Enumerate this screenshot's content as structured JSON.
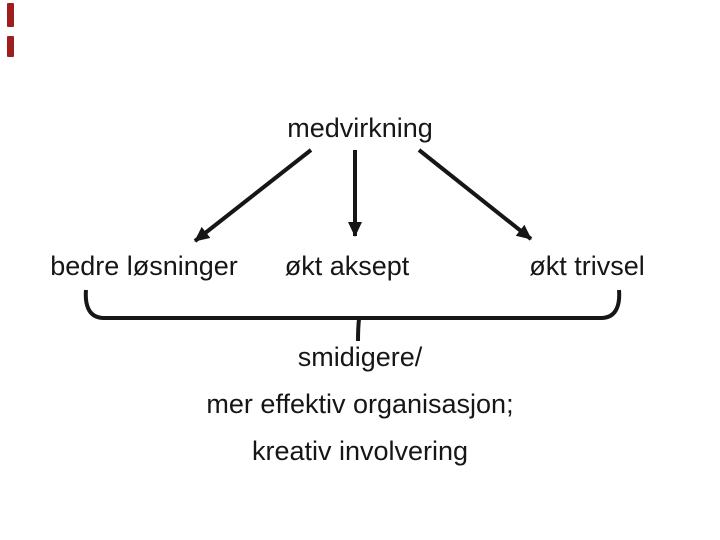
{
  "slide": {
    "background_color": "#ffffff",
    "text_color": "#161616",
    "line_color": "#161616",
    "accent_marks_color": "#a01d1d"
  },
  "diagram": {
    "root_label": "medvirkning",
    "outcome_labels": [
      "bedre løsninger",
      "økt aksept",
      "økt trivsel"
    ],
    "summary_lines": [
      "smidigere/",
      "mer effektiv organisasjon;",
      "kreativ involvering"
    ]
  }
}
